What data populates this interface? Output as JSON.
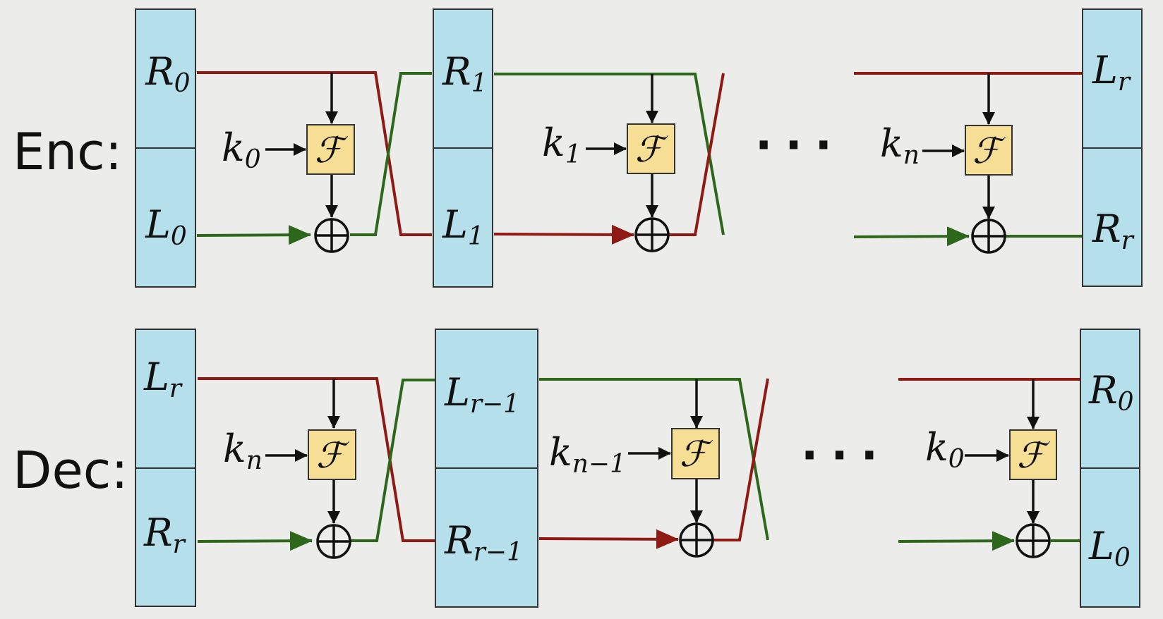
{
  "enc": {
    "label": "Enc:",
    "stage0": {
      "top": "R",
      "top_sub": "0",
      "bottom": "L",
      "bottom_sub": "0",
      "key": "k",
      "key_sub": "0"
    },
    "stage1": {
      "top": "R",
      "top_sub": "1",
      "bottom": "L",
      "bottom_sub": "1",
      "key": "k",
      "key_sub": "1"
    },
    "final": {
      "top": "L",
      "top_sub": "r",
      "bottom": "R",
      "bottom_sub": "r",
      "key": "k",
      "key_sub": "n"
    },
    "ellipsis": "···"
  },
  "dec": {
    "label": "Dec:",
    "stage0": {
      "top": "L",
      "top_sub": "r",
      "bottom": "R",
      "bottom_sub": "r",
      "key": "k",
      "key_sub": "n"
    },
    "stage1": {
      "top": "L",
      "top_sub": "r−1",
      "bottom": "R",
      "bottom_sub": "r−1",
      "key": "k",
      "key_sub": "n−1"
    },
    "final": {
      "top": "R",
      "top_sub": "0",
      "bottom": "L",
      "bottom_sub": "0",
      "key": "k",
      "key_sub": "0"
    },
    "ellipsis": "···"
  },
  "function_symbol": "ℱ",
  "colors": {
    "register": "#b5dfea",
    "function_box": "#f6df94",
    "red_wire": "#8f1a14",
    "green_wire": "#2d671c",
    "background": "#ecedea"
  }
}
